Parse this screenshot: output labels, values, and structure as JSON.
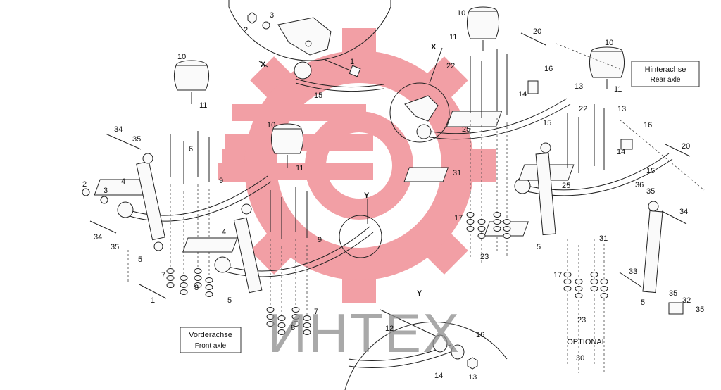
{
  "front_axle": {
    "title": "Vorderachse",
    "subtitle": "Front axle"
  },
  "rear_axle": {
    "title": "Hinterachse",
    "subtitle": "Rear axle"
  },
  "optional_label": "OPTIONAL",
  "detail_x_label": "X",
  "detail_y_label": "Y",
  "watermark_text": "ИНТЕХ",
  "watermark_color": "#e8505b",
  "callouts": {
    "c10a": "10",
    "c11a": "11",
    "c10b": "10",
    "c11b": "11",
    "c2a": "2",
    "c3a": "3",
    "c1a": "1",
    "c15a": "15",
    "xa": "X",
    "c10c": "10",
    "c11c": "11",
    "c20a": "20",
    "c22a": "22",
    "c16a": "16",
    "c13a": "13",
    "c14a": "14",
    "c10d": "10",
    "c11d": "11",
    "c25a": "25",
    "c15b": "15",
    "c22b": "22",
    "c13b": "13",
    "c16b": "16",
    "c14b": "14",
    "c20b": "20",
    "c15c": "15",
    "c31a": "31",
    "c25b": "25",
    "c36a": "36",
    "c35a": "35",
    "c34a": "34",
    "c17a": "17",
    "c23a": "23",
    "c31b": "31",
    "c5a": "5",
    "c17b": "17",
    "c33a": "33",
    "c23b": "23",
    "c5b": "5",
    "c35b": "35",
    "c32a": "32",
    "c35c": "35",
    "c30a": "30",
    "c34b": "34",
    "c35d": "35",
    "c6a": "6",
    "c9a": "9",
    "c2b": "2",
    "c3b": "3",
    "c4a": "4",
    "c34c": "34",
    "c35e": "35",
    "c5c": "5",
    "c7a": "7",
    "c8a": "8",
    "c1b": "1",
    "c4b": "4",
    "c9b": "9",
    "c5d": "5",
    "c7b": "7",
    "c8b": "8",
    "ya": "Y",
    "c12a": "12",
    "c16c": "16",
    "c14c": "14",
    "c13c": "13"
  }
}
